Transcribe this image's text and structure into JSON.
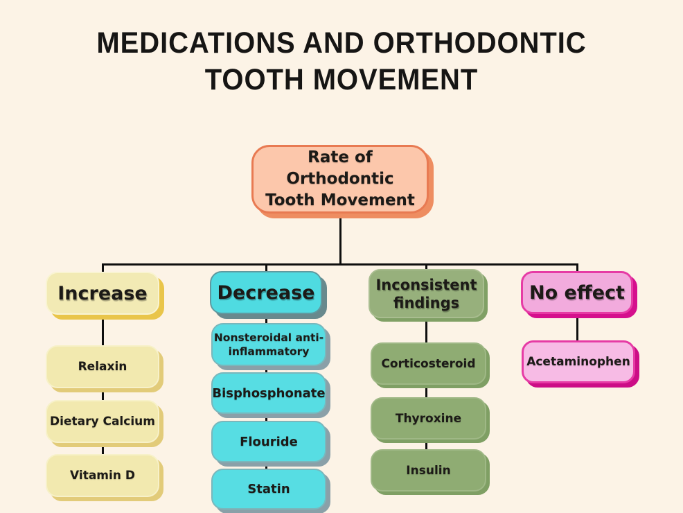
{
  "title": {
    "line1": "MEDICATIONS AND ORTHODONTIC",
    "line2": "TOOTH MOVEMENT"
  },
  "root": {
    "line1": "Rate of Orthodontic",
    "line2": "Tooth Movement"
  },
  "branches": {
    "increase": {
      "header": "Increase",
      "items": [
        "Relaxin",
        "Dietary Calcium",
        "Vitamin D"
      ]
    },
    "decrease": {
      "header": "Decrease",
      "items": [
        "Nonsteroidal anti-inflammatory",
        "Bisphosphonate",
        "Flouride",
        "Statin"
      ]
    },
    "inconsistent": {
      "header": "Inconsistent findings",
      "items": [
        "Corticosteroid",
        "Thyroxine",
        "Insulin"
      ]
    },
    "no_effect": {
      "header": "No effect",
      "items": [
        "Acetaminophen"
      ]
    }
  },
  "colors": {
    "background": "#fcf3e6",
    "connector": "#0e0e0e",
    "root_fill": "#fcc7ab",
    "root_border": "#e87a52",
    "increase_fill": "#f2eab4",
    "increase_shadow": "#e9c54a",
    "decrease_fill": "#4fdbe1",
    "decrease_shadow": "#68898d",
    "inconsistent_fill": "#97b07c",
    "inconsistent_shadow": "#80a065",
    "no_effect_fill": "#f2abdd",
    "no_effect_border": "#e63ba5"
  }
}
